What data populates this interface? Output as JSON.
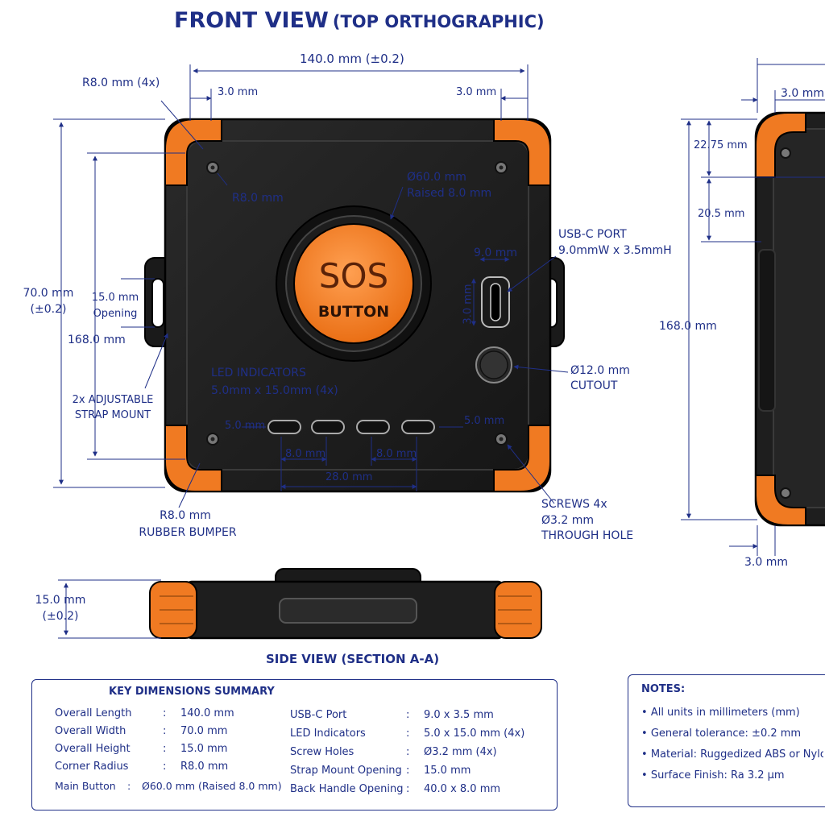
{
  "title": {
    "main": "FRONT VIEW",
    "sub": "(TOP ORTHOGRAPHIC)"
  },
  "front": {
    "overall_length": "140.0 mm (±0.2)",
    "corner_radius_4x": "R8.0 mm (4x)",
    "offset_left": "3.0 mm",
    "offset_right": "3.0 mm",
    "inner_radius": "R8.0 mm",
    "button_dim_1": "Ø60.0 mm",
    "button_dim_2": "Raised 8.0 mm",
    "button_text_1": "SOS",
    "button_text_2": "BUTTON",
    "width_1": "70.0 mm",
    "width_2": "(±0.2)",
    "opening_1": "15.0 mm",
    "opening_2": "Opening",
    "height_168": "168.0 mm",
    "strap_1": "2x ADJUSTABLE",
    "strap_2": "STRAP MOUNT",
    "usb_1": "USB-C PORT",
    "usb_2": "9.0mmW x 3.5mmH",
    "usb_w": "9.0 mm",
    "usb_h": "3.0 mm",
    "cutout_1": "Ø12.0 mm",
    "cutout_2": "CUTOUT",
    "led_1": "LED INDICATORS",
    "led_2": "5.0mm x 15.0mm (4x)",
    "led_h_left": "5.0 mm",
    "led_h_right": "5.0 mm",
    "led_gap_1": "8.0 mm",
    "led_gap_2": "8.0 mm",
    "led_span": "28.0 mm",
    "bumper_1": "R8.0 mm",
    "bumper_2": "RUBBER BUMPER",
    "screws_1": "SCREWS 4x",
    "screws_2": "Ø3.2 mm",
    "screws_3": "THROUGH HOLE"
  },
  "right_view": {
    "top": "3.0 mm",
    "d1": "22.75 mm",
    "d2": "20.5 mm",
    "height": "168.0 mm",
    "bottom": "3.0 mm"
  },
  "side": {
    "thick_1": "15.0 mm",
    "thick_2": "(±0.2)",
    "title": "SIDE VIEW (SECTION A-A)"
  },
  "summary": {
    "title": "KEY DIMENSIONS SUMMARY",
    "left": [
      {
        "label": "Overall Length",
        "sep": ":",
        "value": "140.0 mm"
      },
      {
        "label": "Overall Width",
        "sep": ":",
        "value": "70.0 mm"
      },
      {
        "label": "Overall Height",
        "sep": ":",
        "value": "15.0 mm"
      },
      {
        "label": "Corner Radius",
        "sep": ":",
        "value": "R8.0 mm"
      },
      {
        "label": "Main Button",
        "sep": ":",
        "value": "Ø60.0 mm (Raised 8.0 mm)"
      }
    ],
    "right": [
      {
        "label": "USB-C Port",
        "sep": ":",
        "value": "9.0 x 3.5 mm"
      },
      {
        "label": "LED Indicators",
        "sep": ":",
        "value": "5.0 x 15.0 mm (4x)"
      },
      {
        "label": "Screw Holes",
        "sep": ":",
        "value": "Ø3.2 mm (4x)"
      },
      {
        "label": "Strap Mount Opening",
        "sep": ":",
        "value": "15.0 mm"
      },
      {
        "label": "Back Handle Opening",
        "sep": ":",
        "value": "40.0 x 8.0 mm"
      }
    ]
  },
  "notes": {
    "title": "NOTES:",
    "items": [
      "All units in millimeters (mm)",
      "General tolerance: ±0.2 mm",
      "Material: Ruggedized ABS or Nylon",
      "Surface Finish: Ra 3.2 µm"
    ]
  },
  "colors": {
    "ink": "#1f2f87",
    "body": "#1e1e1e",
    "bumper": "#f07a22",
    "button": "#f5872e"
  }
}
